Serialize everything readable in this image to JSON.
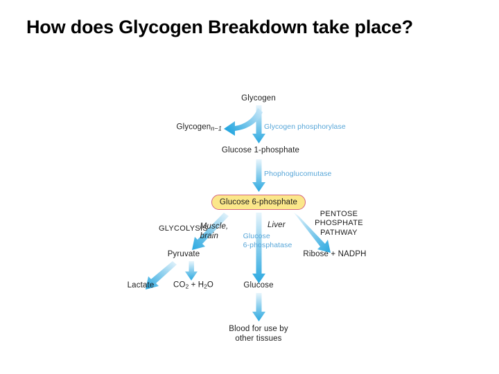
{
  "slide": {
    "title": "How does Glycogen Breakdown take place?",
    "background_color": "#ffffff"
  },
  "colors": {
    "arrow_blue": "#29a8e0",
    "arrow_blue_light": "#bfe3f5",
    "enzyme_text": "#57a6d8",
    "highlight_box_fill": "#fbe78a",
    "highlight_box_border": "#d4637f",
    "text": "#1a1a1a"
  },
  "diagram": {
    "name": "glycogen-breakdown-pathway",
    "metabolites": {
      "glycogen": "Glycogen",
      "glycogen_n_minus_1_base": "Glycogen",
      "glycogen_n_minus_1_sub": "n−1",
      "glucose_1_phosphate": "Glucose 1-phosphate",
      "glucose_6_phosphate": "Glucose 6-phosphate",
      "pyruvate": "Pyruvate",
      "lactate": "Lactate",
      "co2_water_c": "CO",
      "co2_water_sub1": "2",
      "co2_water_mid": " + H",
      "co2_water_sub2": "2",
      "co2_water_end": "O",
      "glucose": "Glucose",
      "ribose_nadph": "Ribose + NADPH",
      "blood": "Blood for use by\nother tissues"
    },
    "enzymes": {
      "glycogen_phosphorylase": "Glycogen phosphorylase",
      "phosphoglucomutase": "Phophoglucomutase",
      "glucose_6_phosphatase": "Glucose\n6-phosphatase"
    },
    "pathway_labels": {
      "glycolysis": "GLYCOLYSIS",
      "pentose_phosphate_pathway": "PENTOSE\nPHOSPHATE\nPATHWAY"
    },
    "tissue_labels": {
      "muscle_brain": "Muscle,\nbrain",
      "liver": "Liver"
    }
  }
}
